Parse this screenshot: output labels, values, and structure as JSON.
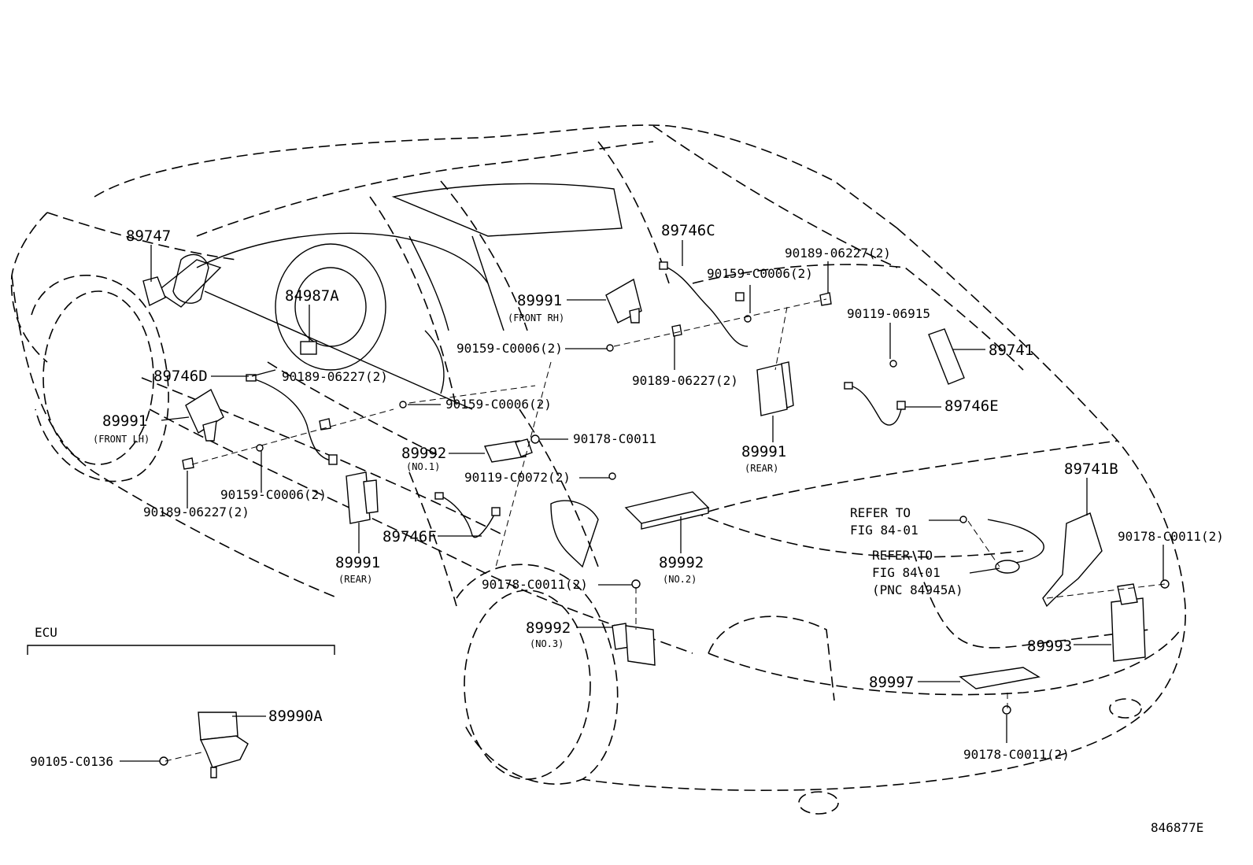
{
  "labels": [
    {
      "text": "89747"
    },
    {
      "text": "84987A"
    },
    {
      "text": "89746D"
    },
    {
      "text": "89991"
    },
    {
      "text": "(FRONT LH)"
    },
    {
      "text": "90189-06227(2)"
    },
    {
      "text": "90159-C0006(2)"
    },
    {
      "text": "90189-06227(2)"
    },
    {
      "text": "90159-C0006(2)"
    },
    {
      "text": "89991"
    },
    {
      "text": "(FRONT RH)"
    },
    {
      "text": "90159-C0006(2)"
    },
    {
      "text": "89746C"
    },
    {
      "text": "90159-C0006(2)"
    },
    {
      "text": "90189-06227(2)"
    },
    {
      "text": "90189-06227(2)"
    },
    {
      "text": "90119-06915"
    },
    {
      "text": "89741"
    },
    {
      "text": "89746E"
    },
    {
      "text": "89991"
    },
    {
      "text": "(REAR)"
    },
    {
      "text": "89992"
    },
    {
      "text": "(NO.1)"
    },
    {
      "text": "90178-C0011"
    },
    {
      "text": "90119-C0072(2)"
    },
    {
      "text": "89746F"
    },
    {
      "text": "89991"
    },
    {
      "text": "(REAR)"
    },
    {
      "text": "89992"
    },
    {
      "text": "(NO.2)"
    },
    {
      "text": "90178-C0011(2)"
    },
    {
      "text": "89992"
    },
    {
      "text": "(NO.3)"
    },
    {
      "text": "89741B"
    },
    {
      "text": "REFER TO"
    },
    {
      "text": "FIG 84-01"
    },
    {
      "text": "REFER TO"
    },
    {
      "text": "FIG 84-01"
    },
    {
      "text": "(PNC 84945A)"
    },
    {
      "text": "90178-C0011(2)"
    },
    {
      "text": "89993"
    },
    {
      "text": "89997"
    },
    {
      "text": "90178-C0011(2)"
    },
    {
      "text": "ECU"
    },
    {
      "text": "89990A"
    },
    {
      "text": "90105-C0136"
    },
    {
      "text": "846877E"
    }
  ]
}
